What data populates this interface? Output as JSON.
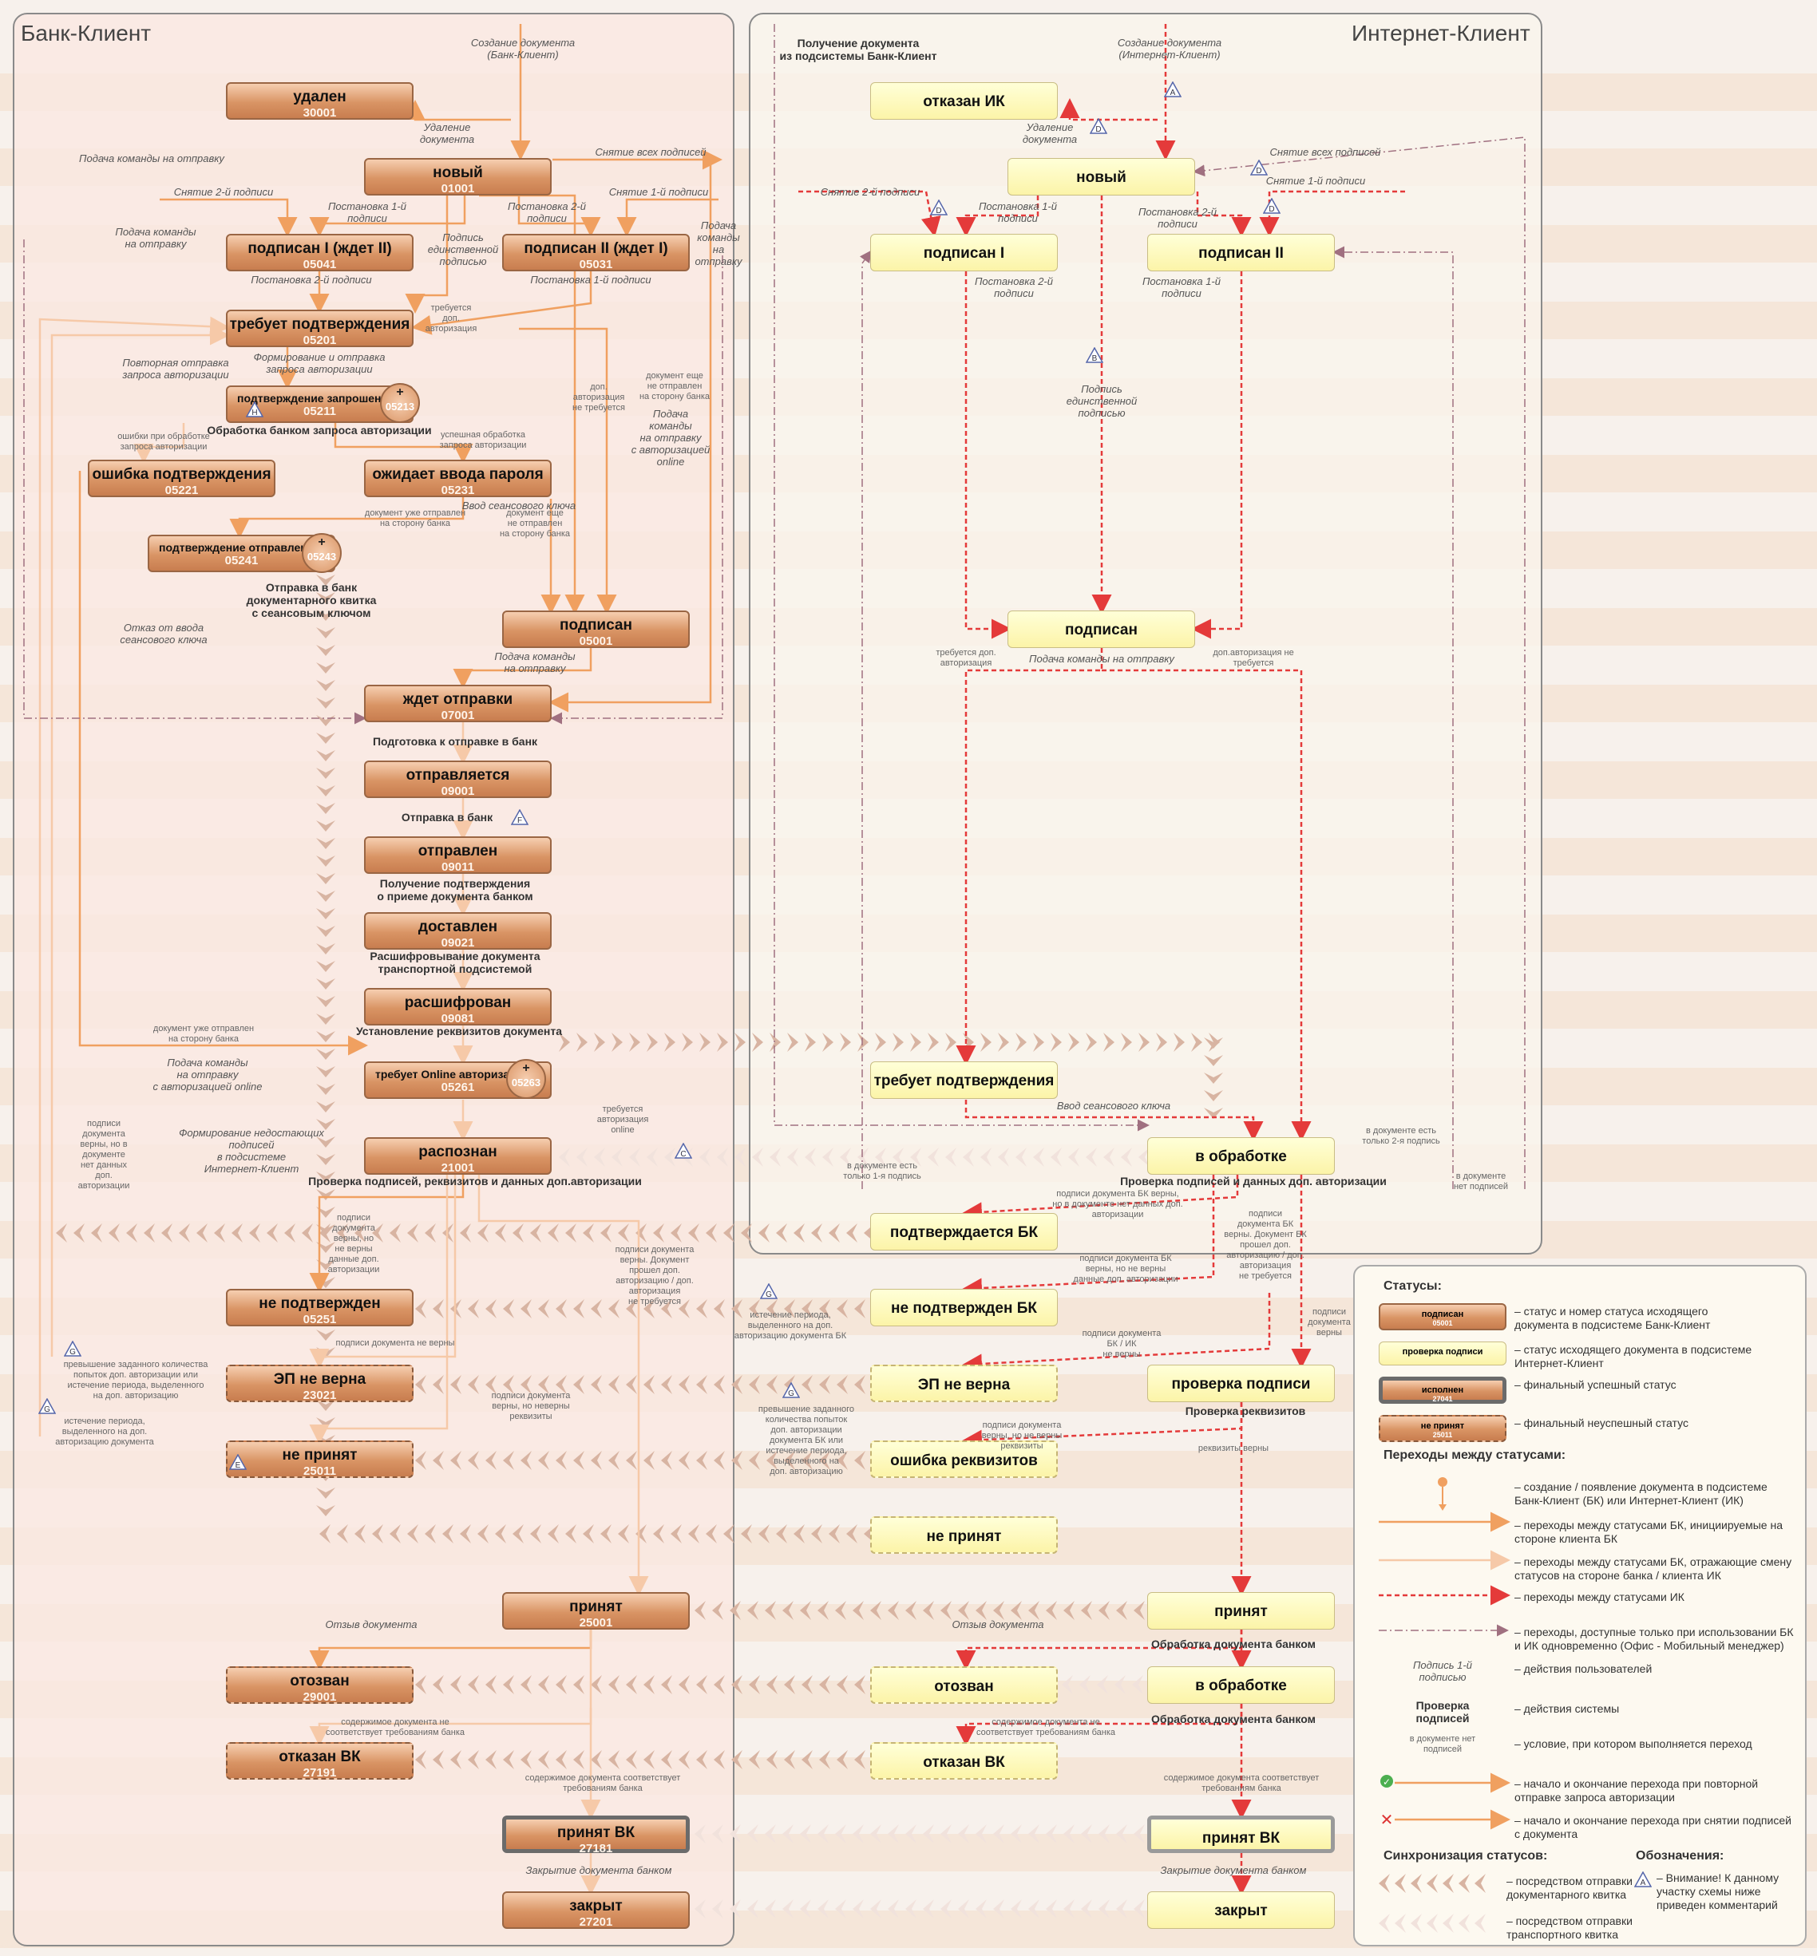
{
  "bank_client_title": "Банк-Клиент",
  "internet_client_title": "Интернет-Клиент",
  "bk_statuses": [
    {
      "id": "bk_deleted",
      "name": "удален",
      "code": "30001"
    },
    {
      "id": "bk_new",
      "name": "новый",
      "code": "01001"
    },
    {
      "id": "bk_signed1",
      "name": "подписан I (ждет II)",
      "code": "05041"
    },
    {
      "id": "bk_signed2",
      "name": "подписан II (ждет I)",
      "code": "05031"
    },
    {
      "id": "bk_confirm",
      "name": "требует подтверждения",
      "code": "05201"
    },
    {
      "id": "bk_confreq",
      "name": "подтверждение запрошено",
      "code": "05211",
      "code2": "05213"
    },
    {
      "id": "bk_conferr",
      "name": "ошибка подтверждения",
      "code": "05221"
    },
    {
      "id": "bk_pwd",
      "name": "ожидает ввода пароля",
      "code": "05231"
    },
    {
      "id": "bk_confsent",
      "name": "подтверждение отправлено",
      "code": "05241",
      "code2": "05243"
    },
    {
      "id": "bk_signed",
      "name": "подписан",
      "code": "05001"
    },
    {
      "id": "bk_wait",
      "name": "ждет отправки",
      "code": "07001"
    },
    {
      "id": "bk_sending",
      "name": "отправляется",
      "code": "09001"
    },
    {
      "id": "bk_sent",
      "name": "отправлен",
      "code": "09011"
    },
    {
      "id": "bk_delivered",
      "name": "доставлен",
      "code": "09021"
    },
    {
      "id": "bk_decrypted",
      "name": "расшифрован",
      "code": "09081"
    },
    {
      "id": "bk_online",
      "name": "требует Online авторизации",
      "code": "05261",
      "code2": "05263"
    },
    {
      "id": "bk_recognized",
      "name": "распознан",
      "code": "21001"
    },
    {
      "id": "bk_notconfirmed",
      "name": "не подтвержден",
      "code": "05251"
    },
    {
      "id": "bk_epbad",
      "name": "ЭП не верна",
      "code": "23021"
    },
    {
      "id": "bk_notaccepted",
      "name": "не принят",
      "code": "25011"
    },
    {
      "id": "bk_accepted",
      "name": "принят",
      "code": "25001"
    },
    {
      "id": "bk_recalled",
      "name": "отозван",
      "code": "29001"
    },
    {
      "id": "bk_rejected",
      "name": "отказан ВК",
      "code": "27191"
    },
    {
      "id": "bk_acceptedvk",
      "name": "принят ВК",
      "code": "27181"
    },
    {
      "id": "bk_closed",
      "name": "закрыт",
      "code": "27201"
    }
  ],
  "ik_statuses": [
    {
      "id": "ik_refused",
      "name": "отказан ИК"
    },
    {
      "id": "ik_new",
      "name": "новый"
    },
    {
      "id": "ik_signed1",
      "name": "подписан I"
    },
    {
      "id": "ik_signed2",
      "name": "подписан II"
    },
    {
      "id": "ik_signed",
      "name": "подписан"
    },
    {
      "id": "ik_confirm",
      "name": "требует подтверждения"
    },
    {
      "id": "ik_processing",
      "name": "в обработке"
    },
    {
      "id": "ik_bkconfirm",
      "name": "подтверждается БК"
    },
    {
      "id": "ik_notconfirmed",
      "name": "не подтвержден БК"
    },
    {
      "id": "ik_epbad",
      "name": "ЭП не верна"
    },
    {
      "id": "ik_checksign",
      "name": "проверка подписи"
    },
    {
      "id": "ik_reqerr",
      "name": "ошибка реквизитов"
    },
    {
      "id": "ik_notaccepted",
      "name": "не принят"
    },
    {
      "id": "ik_accepted",
      "name": "принят"
    },
    {
      "id": "ik_recalled",
      "name": "отозван"
    },
    {
      "id": "ik_processing2",
      "name": "в обработке"
    },
    {
      "id": "ik_rejected",
      "name": "отказан ВК"
    },
    {
      "id": "ik_acceptedvk",
      "name": "принят ВК"
    },
    {
      "id": "ik_closed",
      "name": "закрыт"
    }
  ],
  "user_actions": [
    {
      "id": "a1",
      "text": "Создание документа\n(Банк-Клиент)"
    },
    {
      "id": "a2",
      "text": "Удаление\nдокумента"
    },
    {
      "id": "a3",
      "text": "Подача команды на отправку"
    },
    {
      "id": "a4",
      "text": "Снятие всех подписей"
    },
    {
      "id": "a5",
      "text": "Снятие 2-й подписи"
    },
    {
      "id": "a6",
      "text": "Постановка 1-й\nподписи"
    },
    {
      "id": "a7",
      "text": "Постановка 2-й\nподписи"
    },
    {
      "id": "a8",
      "text": "Снятие 1-й подписи"
    },
    {
      "id": "a9",
      "text": "Подача команды\nна отправку"
    },
    {
      "id": "a10",
      "text": "Подпись\nединственной\nподписью"
    },
    {
      "id": "a11",
      "text": "Подача\nкоманды\nна\nотправку"
    },
    {
      "id": "a12",
      "text": "Постановка 2-й подписи"
    },
    {
      "id": "a13",
      "text": "Постановка 1-й подписи"
    },
    {
      "id": "a14",
      "text": "Повторная отправка\nзапроса авторизации"
    },
    {
      "id": "a15",
      "text": "Формирование и отправка\nзапроса авторизации"
    },
    {
      "id": "a16",
      "text": "Подача\nкоманды\nна отправку\nс авторизацией\nonline"
    },
    {
      "id": "a17",
      "text": "Ввод сеансового ключа"
    },
    {
      "id": "a18",
      "text": "Отказ от ввода\nсеансового ключа"
    },
    {
      "id": "a19",
      "text": "Подача команды\nна отправку"
    },
    {
      "id": "a20",
      "text": "Подача команды\nна отправку\nс авторизацией online"
    },
    {
      "id": "a21",
      "text": "Формирование недостающих подписей\nв подсистеме\nИнтернет-Клиент"
    },
    {
      "id": "a22",
      "text": "Отзыв документа"
    },
    {
      "id": "a23",
      "text": "Закрытие документа банком"
    },
    {
      "id": "i1",
      "text": "Создание документа\n(Интернет-Клиент)"
    },
    {
      "id": "i2",
      "text": "Удаление\nдокумента"
    },
    {
      "id": "i3",
      "text": "Снятие всех подписей"
    },
    {
      "id": "i4",
      "text": "Снятие 2-й подписи"
    },
    {
      "id": "i5",
      "text": "Снятие 1-й подписи"
    },
    {
      "id": "i6",
      "text": "Постановка 1-й\nподписи"
    },
    {
      "id": "i7",
      "text": "Постановка 2-й\nподписи"
    },
    {
      "id": "i8",
      "text": "Постановка 2-й\nподписи"
    },
    {
      "id": "i9",
      "text": "Постановка 1-й\nподписи"
    },
    {
      "id": "i10",
      "text": "Подпись\nединственной\nподписью"
    },
    {
      "id": "i11",
      "text": "Подача команды на отправку"
    },
    {
      "id": "i12",
      "text": "Ввод сеансового ключа"
    },
    {
      "id": "i13",
      "text": "Отзыв документа"
    },
    {
      "id": "i14",
      "text": "Закрытие документа банком"
    }
  ],
  "system_actions": [
    {
      "id": "s1",
      "text": "Обработка банком запроса авторизации"
    },
    {
      "id": "s2",
      "text": "Отправка в банк\nдокументарного квитка\nс сеансовым ключом"
    },
    {
      "id": "s3",
      "text": "Подготовка к отправке в банк"
    },
    {
      "id": "s4",
      "text": "Отправка в банк"
    },
    {
      "id": "s5",
      "text": "Получение подтверждения\nо приеме документа банком"
    },
    {
      "id": "s6",
      "text": "Расшифровывание документа\nтранспортной подсистемой"
    },
    {
      "id": "s7",
      "text": "Установление реквизитов документа"
    },
    {
      "id": "s8",
      "text": "Проверка подписей, реквизитов и данных доп.авторизации"
    },
    {
      "id": "s9",
      "text": "Проверка подписей и данных доп. авторизации"
    },
    {
      "id": "s10",
      "text": "Проверка реквизитов"
    },
    {
      "id": "s11",
      "text": "Получение документа\nиз подсистемы Банк-Клиент"
    },
    {
      "id": "s12",
      "text": "Обработка документа банком"
    },
    {
      "id": "s13",
      "text": "Обработка документа банком"
    }
  ],
  "conditions": [
    {
      "id": "c1",
      "text": "требуется\nдоп.\nавторизация"
    },
    {
      "id": "c2",
      "text": "доп.\nавторизация\nне требуется"
    },
    {
      "id": "c3",
      "text": "документ еще\nне отправлен\nна сторону банка"
    },
    {
      "id": "c4",
      "text": "ошибки при обработке\nзапроса авторизации"
    },
    {
      "id": "c5",
      "text": "успешная обработка\nзапроса авторизации"
    },
    {
      "id": "c6",
      "text": "документ уже отправлен\nна сторону банка"
    },
    {
      "id": "c7",
      "text": "документ еще\nне отправлен\nна сторону банка"
    },
    {
      "id": "c8",
      "text": "документ уже отправлен\nна сторону банка"
    },
    {
      "id": "c9",
      "text": "требуется\nавторизация\nonline"
    },
    {
      "id": "c10",
      "text": "подписи\nдокумента\nверны, но в\nдокументе\nнет данных\nдоп.\nавторизации"
    },
    {
      "id": "c11",
      "text": "подписи\nдокумента\nверны, но\nне верны\nданные доп.\nавторизации"
    },
    {
      "id": "c12",
      "text": "подписи документа\nверны. Документ\nпрошел доп.\nавторизацию / доп.\nавторизация\nне требуется"
    },
    {
      "id": "c13",
      "text": "подписи документа не верны"
    },
    {
      "id": "c14",
      "text": "превышение заданного количества\nпопыток доп. авторизации или\nистечение периода, выделенного\nна доп. авторизацию"
    },
    {
      "id": "c15",
      "text": "подписи документа\nверны, но неверны\nреквизиты"
    },
    {
      "id": "c16",
      "text": "истечение периода,\nвыделенного на доп.\nавторизацию документа"
    },
    {
      "id": "c17",
      "text": "содержимое документа не\nсоответствует требованиям банка"
    },
    {
      "id": "c18",
      "text": "содержимое документа соответствует\nтребованиям банка"
    },
    {
      "id": "c19",
      "text": "требуется доп.\nавторизация"
    },
    {
      "id": "c20",
      "text": "доп.авторизация не\nтребуется"
    },
    {
      "id": "c21",
      "text": "в документе есть\nтолько 1-я подпись"
    },
    {
      "id": "c22",
      "text": "в документе есть\nтолько 2-я подпись"
    },
    {
      "id": "c23",
      "text": "в документе\nнет подписей"
    },
    {
      "id": "c24",
      "text": "подписи документа БК верны,\nно в документе нет данных доп.\nавторизации"
    },
    {
      "id": "c25",
      "text": "подписи документа БК\nверны, но не верны\nданные доп. авторизации"
    },
    {
      "id": "c26",
      "text": "подписи\nдокумента БК\nверны. Документ БК\nпрошел доп.\nавторизацию / доп.\nавторизация\nне требуется"
    },
    {
      "id": "c27",
      "text": "подписи\nдокумента\nверны"
    },
    {
      "id": "c28",
      "text": "подписи документа\nБК / ИК\nне верны"
    },
    {
      "id": "c29",
      "text": "истечение периода,\nвыделенного на доп.\nавторизацию документа БК"
    },
    {
      "id": "c30",
      "text": "превышение заданного\nколичества попыток\nдоп. авторизации\nдокумента БК или\nистечение периода,\nвыделенного на\nдоп. авторизацию"
    },
    {
      "id": "c31",
      "text": "подписи документа\nверны, но не верны\nреквизиты"
    },
    {
      "id": "c32",
      "text": "реквизиты верны"
    },
    {
      "id": "c33",
      "text": "содержимое документа не\nсоответствует требованиям банка"
    },
    {
      "id": "c34",
      "text": "содержимое документа соответствует\nтребованиям банка"
    }
  ],
  "markers": [
    "A",
    "B",
    "C",
    "D",
    "D",
    "D",
    "D",
    "E",
    "F",
    "G",
    "G",
    "G",
    "G",
    "H"
  ],
  "legend": {
    "statuses_title": "Статусы:",
    "items": [
      {
        "sample": "подписан",
        "sample_code": "05001",
        "text": "– статус и номер статуса исходящего\nдокумента в подсистеме Банк-Клиент"
      },
      {
        "sample": "проверка подписи",
        "text": "– статус исходящего документа в подсистеме\nИнтернет-Клиент"
      },
      {
        "sample": "исполнен",
        "sample_code": "27041",
        "text": "– финальный успешный статус"
      },
      {
        "sample": "не принят",
        "sample_code": "25011",
        "text": "– финальный неуспешный статус"
      }
    ],
    "transitions_title": "Переходы между статусами:",
    "transitions": [
      {
        "text": "– создание / появление документа в подсистеме\nБанк-Клиент (БК) или Интернет-Клиент (ИК)"
      },
      {
        "text": "– переходы между статусами БК, инициируемые на\nстороне клиента БК"
      },
      {
        "text": "– переходы между статусами БК, отражающие смену\nстатусов на стороне банка / клиента ИК"
      },
      {
        "text": "– переходы между статусами ИК"
      },
      {
        "text": "– переходы, доступные только при использовании БК\nи ИК одновременно (Офис - Мобильный менеджер)"
      },
      {
        "sample": "Подпись 1-й\nподписью",
        "text": "– действия пользователей"
      },
      {
        "sample": "Проверка\nподписей",
        "text": "– действия системы"
      },
      {
        "sample": "в документе нет\nподписей",
        "text": "– условие, при котором выполняется переход"
      },
      {
        "text": "– начало и окончание перехода при повторной\nотправке запроса авторизации"
      },
      {
        "text": "– начало и окончание перехода при снятии подписей\nс документа"
      }
    ],
    "sync_title": "Синхронизация статусов:",
    "sync": [
      {
        "text": "– посредством отправки\nдокументарного квитка"
      },
      {
        "text": "– посредством отправки\nтранспортного квитка"
      }
    ],
    "notes_title": "Обозначения:",
    "note": {
      "marker": "A",
      "text": "– Внимание! К данному\nучастку схемы ниже\nприведен комментарий"
    }
  },
  "colors": {
    "bk_arrow": "#f0a060",
    "bk_arrow_light": "#f6c9a8",
    "ik_arrow": "#e43a3a",
    "combo_arrow": "#a07080",
    "status_bk": "#d99464",
    "status_ik": "#fcf4a8"
  }
}
